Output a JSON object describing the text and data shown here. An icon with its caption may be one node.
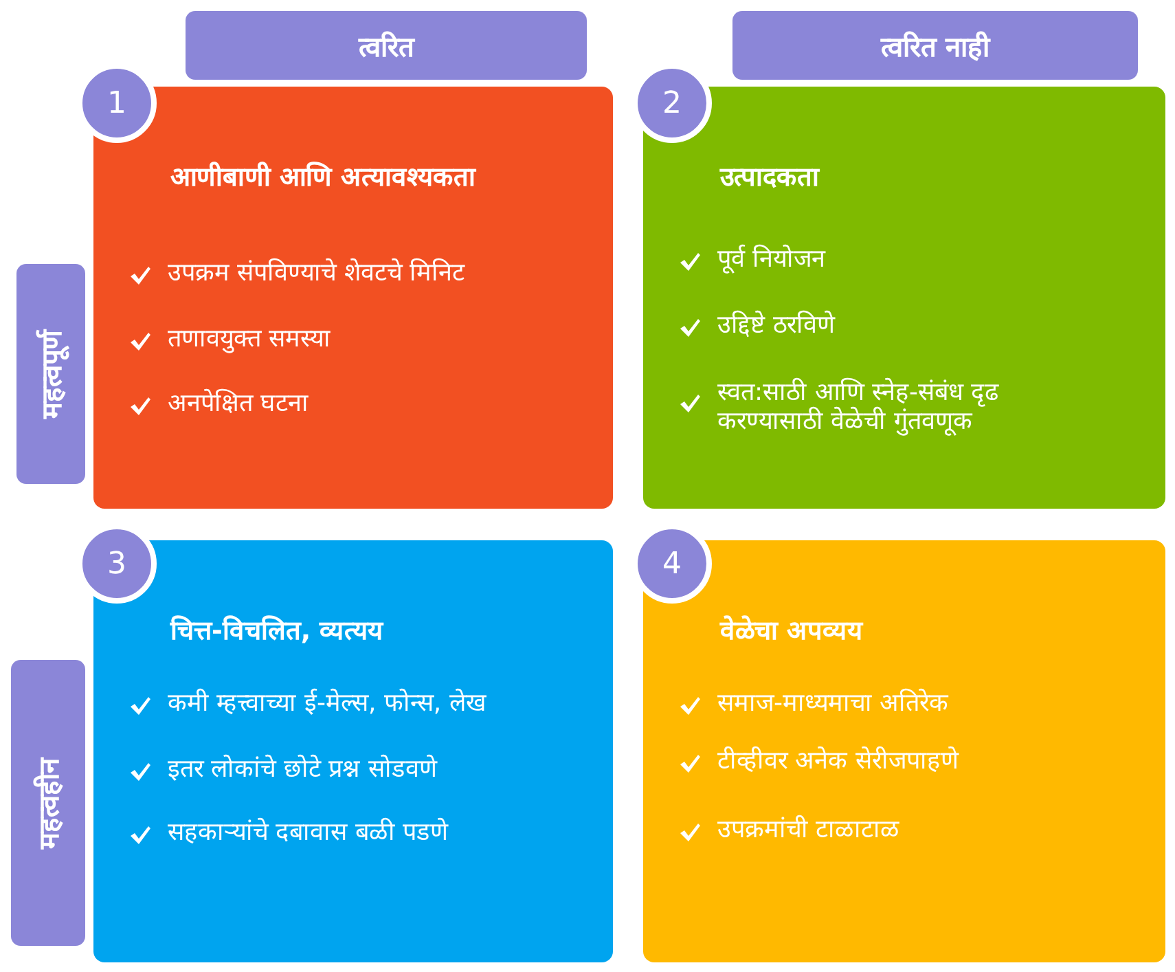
{
  "diagram": {
    "nodes": [
      {
        "text": [
          "त्वरित"
        ]
      },
      {
        "text": [
          "त्वरित नाही"
        ]
      },
      {
        "text": [
          "महत्वपूर्ण"
        ]
      },
      {
        "text": [
          "1"
        ]
      },
      {
        "text": [
          "आणीबाणी आणि अत्यावश्यकता",
          "उपक्रम संपविण्याचे शेवटचे मिनिट",
          "तणावयुक्त समस्या",
          "अनपेक्षित घटना"
        ]
      },
      {
        "text": [
          "2"
        ]
      },
      {
        "text": [
          "उत्पादकता",
          "पूर्व नियोजन",
          "उद्दिष्टे ठरविणे",
          "स्वत:साठी आणि स्नेह-संबंध दृढ करण्यासाठी वेळेची गुंतवणूक"
        ]
      },
      {
        "text": [
          "महत्वहीन"
        ]
      },
      {
        "text": [
          "3"
        ]
      },
      {
        "text": [
          "चित्त-विचलित, व्यत्यय",
          "कमी म्हत्त्वाच्या ई-मेल्स, फोन्स, लेख",
          "इतर लोकांचे छोटे प्रश्न सोडवणे",
          "सहकाऱ्यांचे दबावास बळी पडणे"
        ]
      },
      {
        "text": [
          "4"
        ]
      },
      {
        "text": [
          "वेळेचा अपव्यय",
          "समाज-माध्यमाचा  अतिरेक",
          "टीव्हीवर  अनेक सेरीजपाहणे",
          "उपक्रमांची टाळाटाळ"
        ]
      }
    ]
  }
}
